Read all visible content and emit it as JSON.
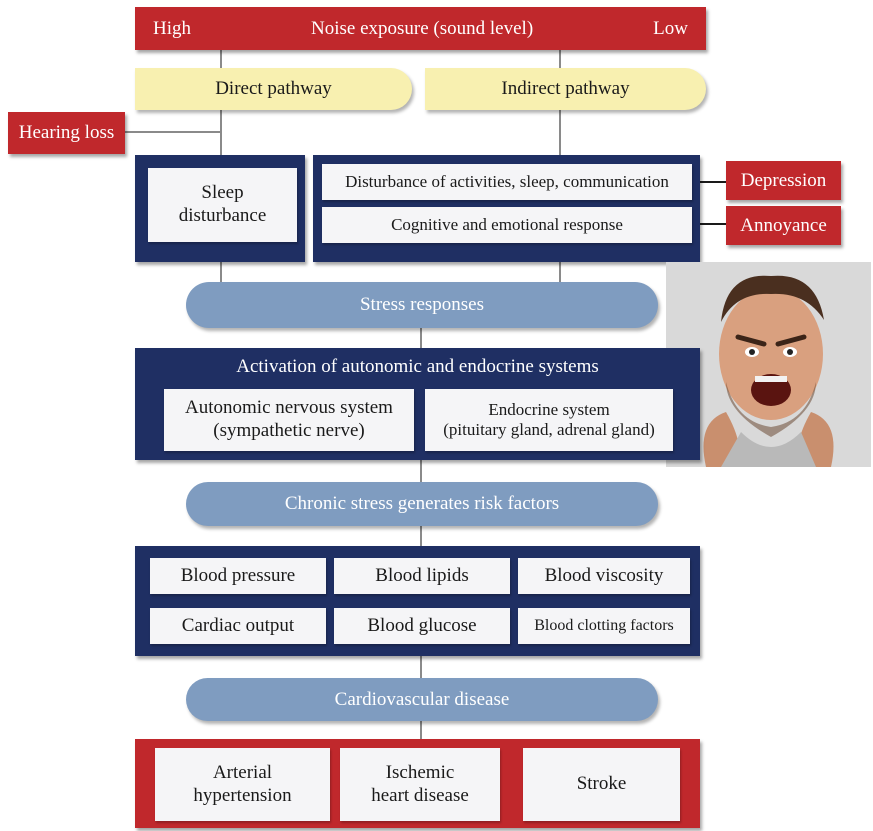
{
  "top_bar": {
    "left": "High",
    "center": "Noise exposure (sound level)",
    "right": "Low"
  },
  "pathways": {
    "direct": "Direct pathway",
    "indirect": "Indirect pathway"
  },
  "side_tags": {
    "hearing_loss": "Hearing loss",
    "depression": "Depression",
    "annoyance": "Annoyance"
  },
  "sleep": {
    "line1": "Sleep",
    "line2": "disturbance"
  },
  "indirect_items": [
    "Disturbance of activities, sleep, communication",
    "Cognitive and emotional response"
  ],
  "stress_responses": "Stress responses",
  "activation": {
    "title": "Activation of autonomic and endocrine systems",
    "autonomic": {
      "line1": "Autonomic nervous system",
      "line2": "(sympathetic nerve)"
    },
    "endocrine": {
      "line1": "Endocrine system",
      "line2": "(pituitary gland, adrenal gland)"
    }
  },
  "chronic_stress": "Chronic stress generates risk factors",
  "risk_factors": [
    "Blood pressure",
    "Blood lipids",
    "Blood viscosity",
    "Cardiac output",
    "Blood glucose",
    "Blood clotting factors"
  ],
  "cardiovascular": "Cardiovascular disease",
  "diseases": {
    "arterial": {
      "line1": "Arterial",
      "line2": "hypertension"
    },
    "ischemic": {
      "line1": "Ischemic",
      "line2": "heart disease"
    },
    "stroke": "Stroke"
  },
  "colors": {
    "red": "#c0282c",
    "navy": "#1f2f63",
    "blue_pill": "#7f9cc0",
    "yellow_pill": "#f8f0b0"
  }
}
